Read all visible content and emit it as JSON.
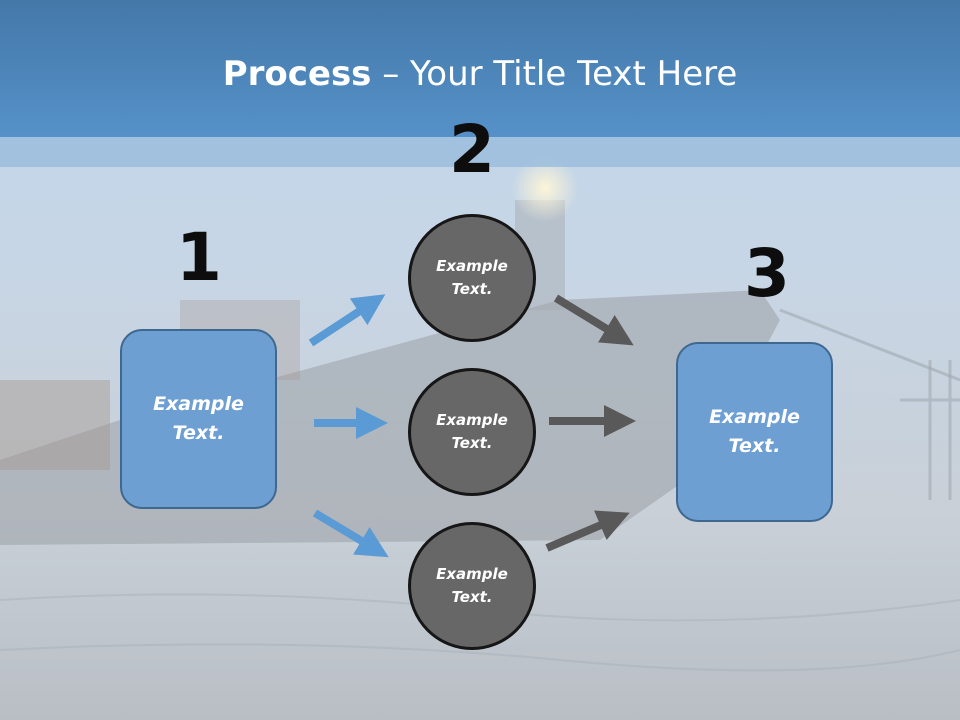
{
  "title": {
    "bold": "Process",
    "rest": " – Your Title Text Here"
  },
  "steps": {
    "one": {
      "number": "1",
      "text": "Example Text."
    },
    "two": {
      "number": "2"
    },
    "three": {
      "number": "3",
      "text": "Example Text."
    }
  },
  "circles": [
    {
      "text": "Example Text."
    },
    {
      "text": "Example Text."
    },
    {
      "text": "Example Text."
    }
  ],
  "colors": {
    "title_bar": "#5591c8",
    "box_fill": "#6e9fd2",
    "circle_fill": "#676767",
    "blue_arrow": "#5b9bd5",
    "gray_arrow": "#595959"
  }
}
